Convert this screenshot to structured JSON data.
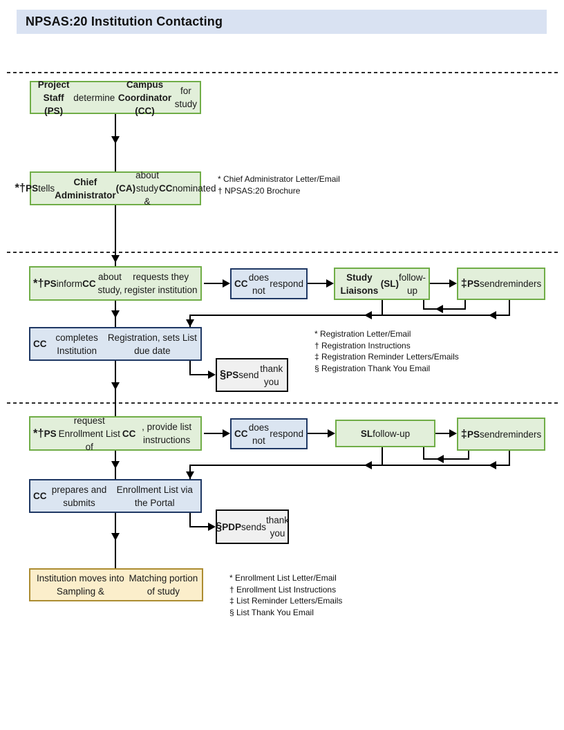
{
  "title": "NPSAS:20 Institution Contacting",
  "colors": {
    "header_fill": "#d9e2f2",
    "green_fill": "#e2efda",
    "green_border": "#70ad47",
    "blue_fill": "#dbe5f1",
    "blue_border": "#1f3864",
    "gray_fill": "#f0f0f0",
    "gray_border": "#0a0a0a",
    "gold_fill": "#fbeecb",
    "gold_border": "#ac8c31"
  },
  "boxes": {
    "determine_cc": [
      {
        "t": "Project Staff (PS)",
        "b": true
      },
      {
        "t": " determine"
      },
      {
        "br": true
      },
      {
        "t": "Campus Coordinator (CC)",
        "b": true
      },
      {
        "t": " for study"
      }
    ],
    "tell_ca": [
      {
        "t": "*† ",
        "b": true,
        "big": true
      },
      {
        "t": "PS",
        "b": true
      },
      {
        "t": " tells "
      },
      {
        "t": "Chief Administrator",
        "b": true
      },
      {
        "br": true
      },
      {
        "t": "(CA)",
        "b": true
      },
      {
        "t": " about study & "
      },
      {
        "t": "CC",
        "b": true
      },
      {
        "t": " nominated"
      }
    ],
    "inform_cc": [
      {
        "t": "*†",
        "b": true,
        "big": true
      },
      {
        "t": "  "
      },
      {
        "t": "PS",
        "b": true
      },
      {
        "t": " inform  "
      },
      {
        "t": "CC",
        "b": true
      },
      {
        "t": " about  study,"
      },
      {
        "br": true
      },
      {
        "t": "requests they  register institution"
      }
    ],
    "cc_no_respond": [
      {
        "t": "CC",
        "b": true
      },
      {
        "t": " does not"
      },
      {
        "br": true
      },
      {
        "t": "respond"
      }
    ],
    "sl_followup_1": [
      {
        "t": "Study Liaisons",
        "b": true
      },
      {
        "br": true
      },
      {
        "t": "(SL)",
        "b": true
      },
      {
        "t": " follow-up"
      }
    ],
    "ps_reminders": [
      {
        "t": "‡",
        "b": true,
        "big": true
      },
      {
        "t": "   "
      },
      {
        "t": "PS",
        "b": true
      },
      {
        "t": " send"
      },
      {
        "br": true
      },
      {
        "t": "reminders"
      }
    ],
    "cc_registers": [
      {
        "t": "CC",
        "b": true
      },
      {
        "t": " completes Institution"
      },
      {
        "br": true
      },
      {
        "t": "Registration, sets List due date"
      }
    ],
    "ps_thankyou": [
      {
        "t": "§",
        "b": true,
        "big": true
      },
      {
        "t": "   "
      },
      {
        "t": "PS",
        "b": true
      },
      {
        "t": " send"
      },
      {
        "br": true
      },
      {
        "t": "thank you"
      }
    ],
    "request_list": [
      {
        "t": "*† ",
        "b": true,
        "big": true
      },
      {
        "t": "PS",
        "b": true
      },
      {
        "t": " request  Enrollment  List of"
      },
      {
        "br": true
      },
      {
        "t": "CC",
        "b": true
      },
      {
        "t": ", provide list instructions"
      }
    ],
    "sl_followup_2": [
      {
        "t": "SL",
        "b": true
      },
      {
        "t": " follow-up"
      }
    ],
    "cc_submits": [
      {
        "t": "CC",
        "b": true
      },
      {
        "t": " prepares and submits"
      },
      {
        "br": true
      },
      {
        "t": "Enrollment List via the Portal"
      }
    ],
    "pdp_thankyou": [
      {
        "t": "§",
        "b": true,
        "big": true
      },
      {
        "t": " "
      },
      {
        "t": "PDP",
        "b": true
      },
      {
        "t": " sends"
      },
      {
        "br": true
      },
      {
        "t": "thank you"
      }
    ],
    "sampling": [
      {
        "t": "Institution moves into Sampling &"
      },
      {
        "br": true
      },
      {
        "t": "Matching portion of study"
      }
    ]
  },
  "footnotes": {
    "admin": [
      "* Chief Administrator Letter/Email",
      "† NPSAS:20 Brochure"
    ],
    "registration": [
      "* Registration Letter/Email",
      "† Registration Instructions",
      "‡ Registration Reminder Letters/Emails",
      "§ Registration Thank You Email"
    ],
    "enrollment": [
      "* Enrollment List Letter/Email",
      "† Enrollment List Instructions",
      "‡ List Reminder  Letters/Emails",
      "§ List Thank You Email"
    ]
  }
}
